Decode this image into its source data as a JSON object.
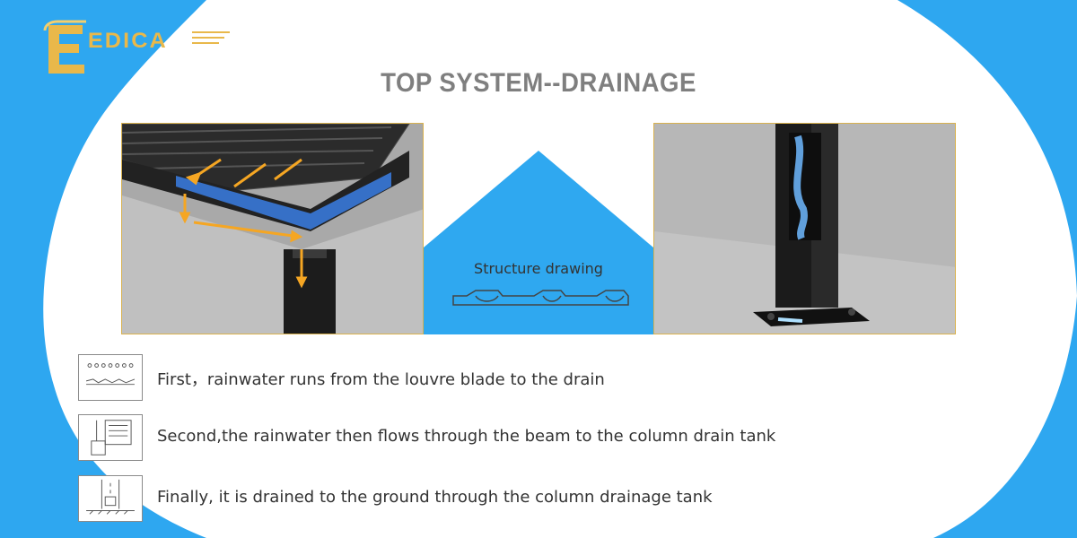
{
  "brand": {
    "logo_text": "EDICA"
  },
  "title": "TOP SYSTEM--DRAINAGE",
  "structure": {
    "label": "Structure drawing"
  },
  "steps": [
    {
      "icon": "rain-on-louvre-icon",
      "text": "First，rainwater runs from the louvre blade to the drain"
    },
    {
      "icon": "beam-to-column-icon",
      "text": "Second,the rainwater then flows through the beam to the column drain tank"
    },
    {
      "icon": "column-to-ground-icon",
      "text": "Finally, it is drained to the ground through the column drainage tank"
    }
  ],
  "colors": {
    "sky_blue": "#2fa8f0",
    "accent_gold": "#e9b84a",
    "title_gray": "#7f7f7f",
    "arrow_orange": "#f5a623",
    "water_blue": "#5aa9ff"
  }
}
